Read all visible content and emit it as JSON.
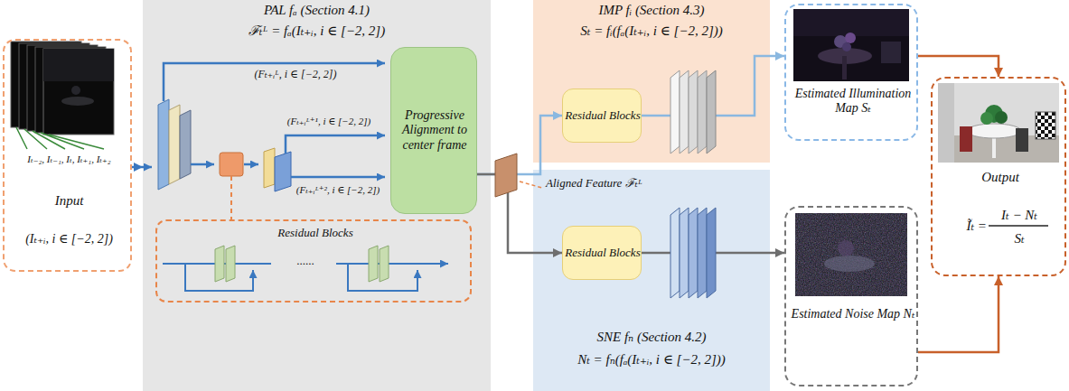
{
  "diagram": {
    "nodes": [
      {
        "text": [
          "Iₜ₋₂, Iₜ₋₁, Iₜ, Iₜ₊₁, Iₜ₊₂",
          "Input",
          "(Iₜ₊ᵢ, i ∈ [−2, 2])"
        ]
      },
      {
        "text": [
          "PAL fₐ (Section 4.1)",
          "ℱₜᴸ = fₐ(Iₜ₊ᵢ, i ∈ [−2, 2])"
        ]
      },
      {
        "text": [
          "Progressive Alignment to center frame"
        ],
        "in": 1
      },
      {
        "text": [
          "Residual Blocks",
          "......"
        ],
        "in": 1
      },
      {
        "text": [
          "IMP fᵢ (Section 4.3)",
          "Sₜ = fᵢ(fₐ(Iₜ₊ᵢ, i ∈ [−2, 2]))"
        ]
      },
      {
        "text": [
          "Residual Blocks"
        ],
        "in": 4
      },
      {
        "text": [
          "Estimated Illumination Map Sₜ"
        ]
      },
      {
        "text": [
          "SNE fₙ (Section 4.2)",
          "Nₜ = fₙ(fₐ(Iₜ₊ᵢ, i ∈ [−2, 2]))"
        ]
      },
      {
        "text": [
          "Residual Blocks"
        ],
        "in": 7
      },
      {
        "text": [
          "Estimated Noise Map Nₜ"
        ]
      },
      {
        "text": [
          "Output",
          "Ĩₜ =",
          "Iₜ − Nₜ",
          "Sₜ"
        ]
      }
    ],
    "edges": [
      {
        "from": 0,
        "to": 1,
        "arrow": "to"
      },
      {
        "from": 2,
        "to": 5,
        "arrow": "to"
      },
      {
        "from": 2,
        "to": 8,
        "arrow": "to"
      },
      {
        "from": 5,
        "to": 6,
        "arrow": "to"
      },
      {
        "from": 8,
        "to": 9,
        "arrow": "to"
      },
      {
        "from": 6,
        "to": 10,
        "arrow": "to"
      },
      {
        "from": 9,
        "to": 10,
        "arrow": "to"
      }
    ],
    "labels": [
      "(Fₜ₊ᵢᴸ, i ∈ [−2, 2])",
      "(Fₜ₊ᵢᴸ⁺¹, i ∈ [−2, 2])",
      "(Fₜ₊ᵢᴸ⁺², i ∈ [−2, 2])",
      "Aligned Feature ℱₜᴸ"
    ]
  }
}
